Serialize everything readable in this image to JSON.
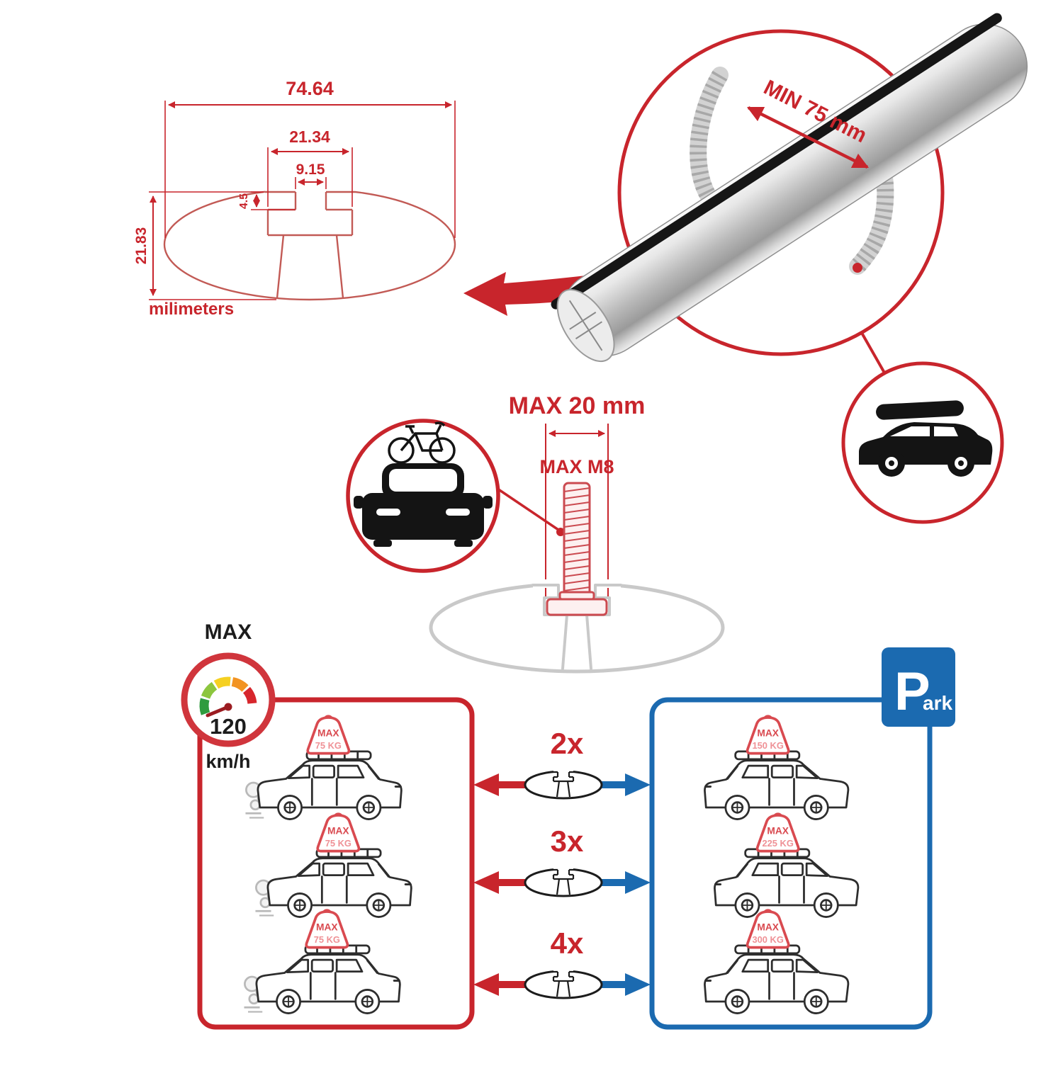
{
  "colors": {
    "red": "#c8252c",
    "blue": "#1b6ab0",
    "pink": "#ef9196",
    "gray": "#c9c9c9",
    "ink": "#1c1c1c"
  },
  "cross_section": {
    "total_width": "74.64",
    "channel_width": "21.34",
    "slot_width": "9.15",
    "lip_depth": "4.5",
    "total_height": "21.83",
    "units_label": "milimeters"
  },
  "bar_detail": {
    "min_span_label": "MIN 75 mm"
  },
  "bolt_diagram": {
    "max_width_label": "MAX 20 mm",
    "bolt_label": "MAX M8"
  },
  "speed_gauge": {
    "title": "MAX",
    "value": "120",
    "unit": "km/h"
  },
  "parking_sign": {
    "letter": "P",
    "suffix": "ark"
  },
  "driving_cars": [
    {
      "tag_title": "MAX",
      "tag_value": "75 KG"
    },
    {
      "tag_title": "MAX",
      "tag_value": "75 KG"
    },
    {
      "tag_title": "MAX",
      "tag_value": "75 KG"
    }
  ],
  "parked_cars": [
    {
      "tag_title": "MAX",
      "tag_value": "150 KG"
    },
    {
      "tag_title": "MAX",
      "tag_value": "225 KG"
    },
    {
      "tag_title": "MAX",
      "tag_value": "300 KG"
    }
  ],
  "bar_multipliers": [
    {
      "qty": "2x"
    },
    {
      "qty": "3x"
    },
    {
      "qty": "4x"
    }
  ]
}
